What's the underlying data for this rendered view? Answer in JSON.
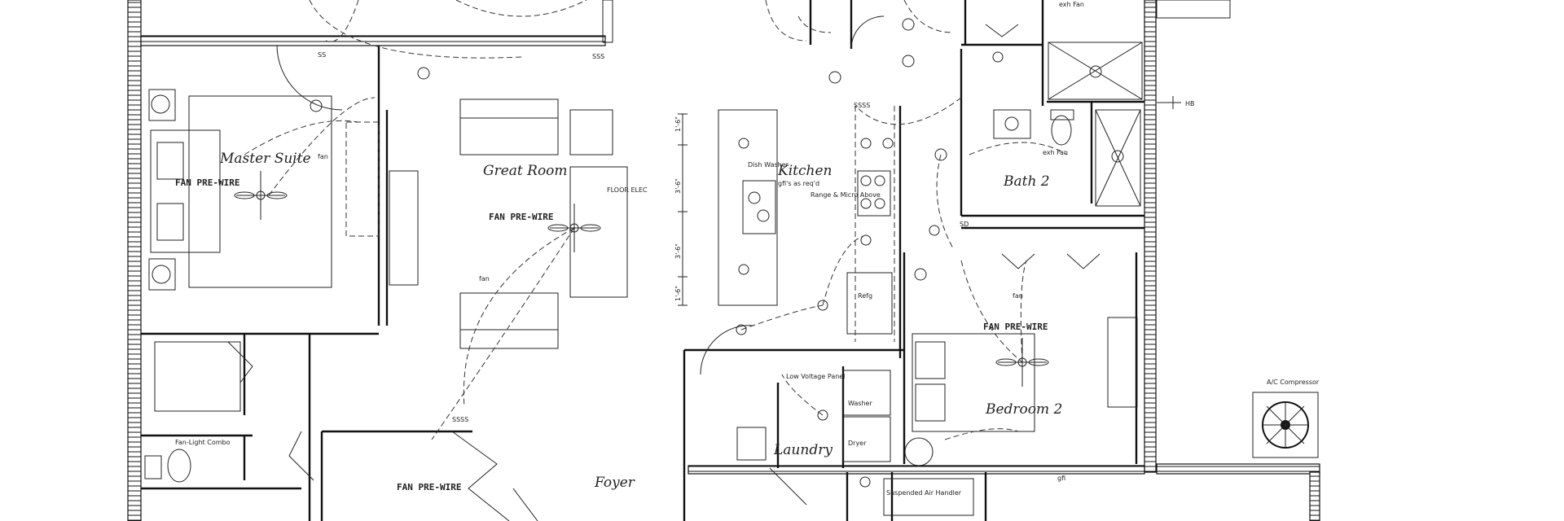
{
  "rooms": {
    "master_suite": "Master Suite",
    "great_room": "Great Room",
    "kitchen": "Kitchen",
    "bath_2": "Bath 2",
    "bedroom_2": "Bedroom 2",
    "laundry": "Laundry",
    "foyer": "Foyer"
  },
  "notes": {
    "fan_pre_wire": "FAN PRE-WIRE",
    "floor_elec": "FLOOR ELEC",
    "dish_washer": "Dish Washer",
    "gfis": "gfi's as req'd",
    "range_micro": "Range & Micro Above",
    "refg": "Refg",
    "low_voltage_panel": "Low Voltage Panel",
    "washer": "Washer",
    "dryer": "Dryer",
    "fan_light_combo": "Fan-Light Combo",
    "suspended_air_handler": "Suspended Air Handler",
    "ac_compressor": "A/C Compressor",
    "hb": "HB",
    "fan": "fan",
    "exh_fan": "exh Fan",
    "gfi": "gfi",
    "sd": "SD",
    "ss": "SS",
    "sss": "SSS",
    "ssss": "SSSS",
    "dim_a": "1'-6\"",
    "dim_b": "3'-6\"",
    "dim_c": "3'-6\"",
    "dim_d": "1'-6\""
  }
}
